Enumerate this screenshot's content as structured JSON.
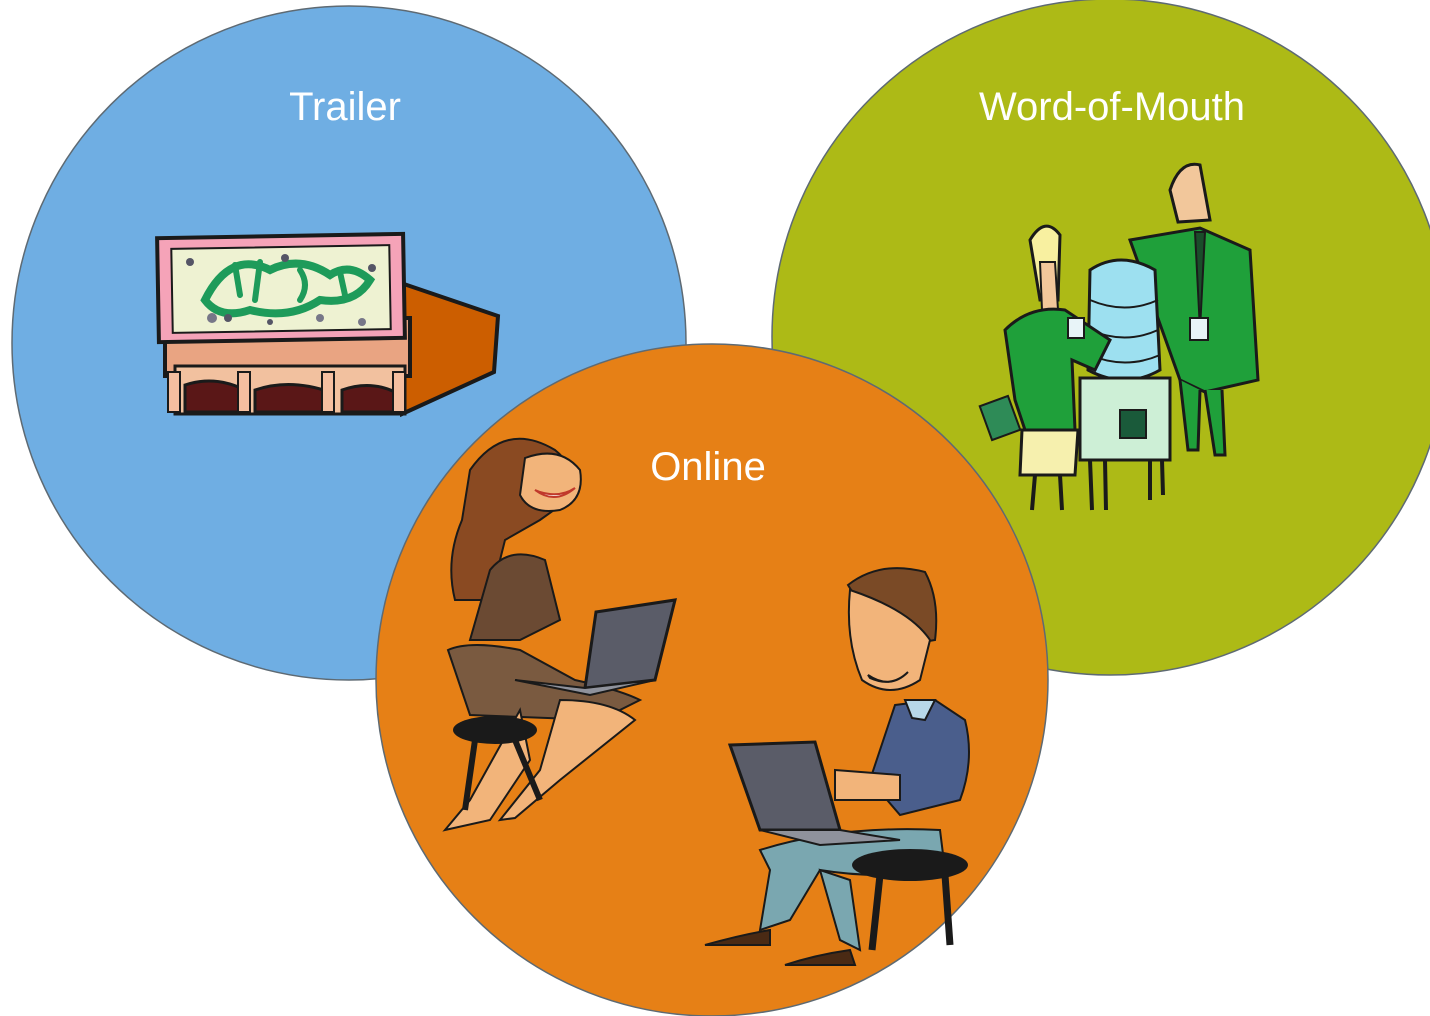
{
  "diagram": {
    "circles": [
      {
        "id": "trailer",
        "label": "Trailer",
        "color": "#6FAEE3",
        "illustration": "movie-theater-icon"
      },
      {
        "id": "word-of-mouth",
        "label": "Word-of-Mouth",
        "color": "#ADBA16",
        "illustration": "water-cooler-conversation-icon"
      },
      {
        "id": "online",
        "label": "Online",
        "color": "#E68016",
        "illustration": "people-with-laptops-icon"
      }
    ],
    "stroke_color": "#5E6A73",
    "label_color": "#FFFFFF"
  }
}
